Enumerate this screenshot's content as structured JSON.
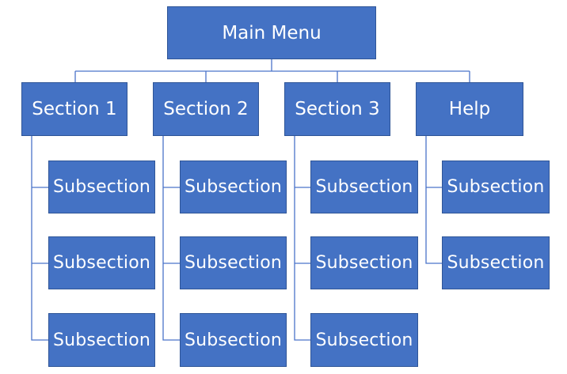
{
  "root": {
    "label": "Main Menu"
  },
  "sections": [
    {
      "label": "Section 1",
      "subsections": [
        "Subsection",
        "Subsection",
        "Subsection"
      ]
    },
    {
      "label": "Section 2",
      "subsections": [
        "Subsection",
        "Subsection",
        "Subsection"
      ]
    },
    {
      "label": "Section 3",
      "subsections": [
        "Subsection",
        "Subsection",
        "Subsection"
      ]
    },
    {
      "label": "Help",
      "subsections": [
        "Subsection",
        "Subsection"
      ]
    }
  ],
  "colors": {
    "box_fill": "#4472c4",
    "box_border": "#2f5597",
    "connector": "#4a74c9",
    "text": "#ffffff"
  }
}
